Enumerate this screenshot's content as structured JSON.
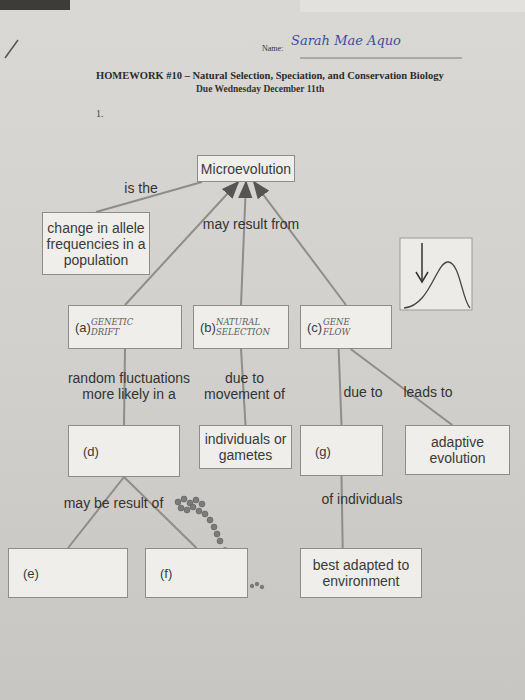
{
  "diagram": {
    "title": "HOMEWORK #10 – Natural Selection, Speciation, and Conservation Biology",
    "nodes": [
      {
        "text": [
          "Microevolution"
        ]
      },
      {
        "text": [
          "change in allele frequencies in a population"
        ]
      },
      {
        "text": [
          "(a)",
          "GENETIC DRIFT"
        ]
      },
      {
        "text": [
          "(b)",
          "NATURAL SELECTION"
        ]
      },
      {
        "text": [
          "(c)",
          "GENE FLOW"
        ]
      },
      {
        "text": [
          "(d)"
        ]
      },
      {
        "text": [
          "individuals or gametes"
        ]
      },
      {
        "text": [
          "(g)"
        ]
      },
      {
        "text": [
          "adaptive evolution"
        ]
      },
      {
        "text": [
          "(e)"
        ]
      },
      {
        "text": [
          "(f)"
        ]
      },
      {
        "text": [
          "best adapted to environment"
        ]
      }
    ],
    "edges": [
      {
        "from": 0,
        "to": 1,
        "label": "is the",
        "arrow": "none"
      },
      {
        "from": 2,
        "to": 0,
        "arrow": "to"
      },
      {
        "from": 3,
        "to": 0,
        "label": "may result from",
        "arrow": "to"
      },
      {
        "from": 4,
        "to": 0,
        "arrow": "to"
      },
      {
        "from": 2,
        "to": 5,
        "label": "random fluctuations more likely in a",
        "arrow": "none"
      },
      {
        "from": 3,
        "to": 6,
        "label": "due to movement of",
        "arrow": "none"
      },
      {
        "from": 4,
        "to": 7,
        "label": "due to",
        "arrow": "none"
      },
      {
        "from": 4,
        "to": 8,
        "label": "leads to",
        "arrow": "none"
      },
      {
        "from": 7,
        "to": 11,
        "label": "of individuals",
        "arrow": "none"
      },
      {
        "from": 5,
        "to": 9,
        "label": "may be result of",
        "arrow": "none"
      },
      {
        "from": 5,
        "to": 10,
        "arrow": "none"
      }
    ],
    "labels": [
      "Name:",
      "Sarah Mae Aquo",
      "Due Wednesday December 11th",
      "1."
    ]
  }
}
